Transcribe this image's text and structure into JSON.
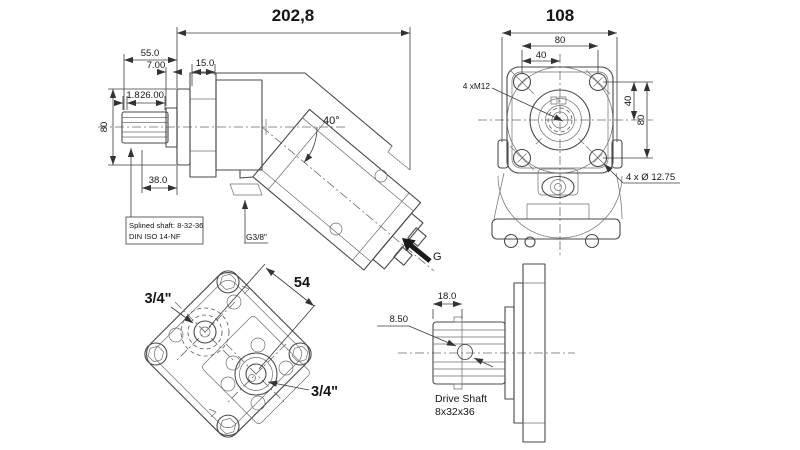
{
  "side_view": {
    "dims": {
      "total_length": "202,8",
      "shaft_section": "55.0",
      "collar": "7.00",
      "pilot": "15.0",
      "chamfer": "1.8",
      "spline_length": "26.00",
      "flange_diameter": "80",
      "shaft_length": "38.0",
      "bend_angle": "40°"
    },
    "note": {
      "line1": "Splined shaft: 8-32-36",
      "line2": "DIN ISO 14-NF"
    },
    "port_label": "G3/8\"",
    "view_direction_label": "G"
  },
  "front_view": {
    "dims": {
      "overall_width": "108",
      "bolt_spacing_h": "80",
      "bolt_half_spacing_h": "40",
      "bolt_half_spacing_v": "40",
      "bolt_spacing_v": "80"
    },
    "thread_label": "4 xM12",
    "hole_label": "4 x Ø 12.75"
  },
  "port_view": {
    "port_top_label": "3/4\"",
    "port_bottom_label": "3/4\"",
    "port_distance": "54"
  },
  "shaft_view": {
    "dims": {
      "spline_engagement": "18.0",
      "groove_width": "8.50"
    },
    "label": {
      "line1": "Drive Shaft",
      "line2": "8x32x36"
    }
  },
  "colors": {
    "background": "#ffffff",
    "line": "#4a4a4a",
    "dimension": "#3c3c3c",
    "text": "#141414"
  }
}
